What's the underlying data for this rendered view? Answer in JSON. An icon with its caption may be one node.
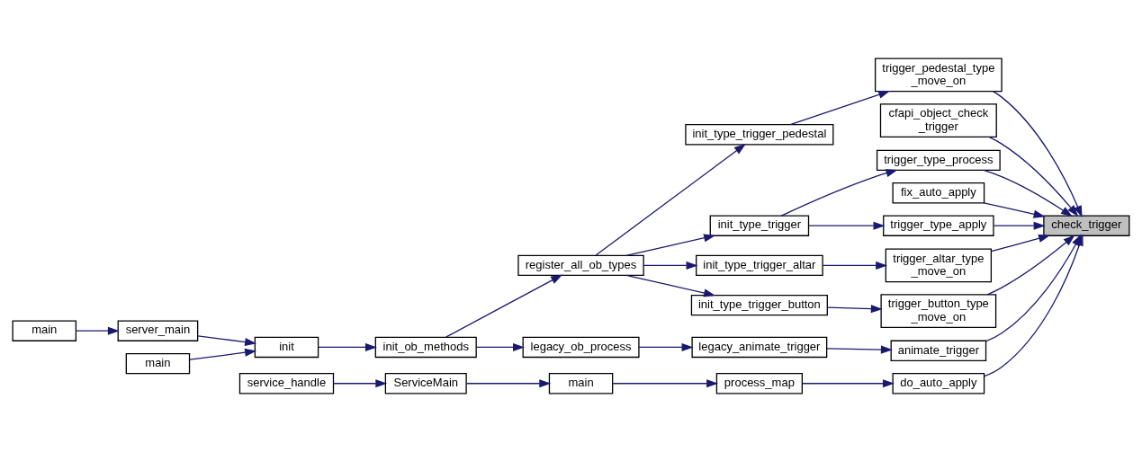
{
  "diagram": {
    "nodes": [
      {
        "text": [
          "check_trigger"
        ]
      },
      {
        "text": [
          "trigger_pedestal_type _move_on"
        ]
      },
      {
        "text": [
          "cfapi_object_check _trigger"
        ]
      },
      {
        "text": [
          "trigger_type_process"
        ]
      },
      {
        "text": [
          "fix_auto_apply"
        ]
      },
      {
        "text": [
          "trigger_type_apply"
        ]
      },
      {
        "text": [
          "trigger_altar_type _move_on"
        ]
      },
      {
        "text": [
          "trigger_button_type _move_on"
        ]
      },
      {
        "text": [
          "animate_trigger"
        ]
      },
      {
        "text": [
          "do_auto_apply"
        ]
      },
      {
        "text": [
          "init_type_trigger_pedestal"
        ]
      },
      {
        "text": [
          "init_type_trigger"
        ]
      },
      {
        "text": [
          "init_type_trigger_altar"
        ]
      },
      {
        "text": [
          "init_type_trigger_button"
        ]
      },
      {
        "text": [
          "legacy_animate_trigger"
        ]
      },
      {
        "text": [
          "process_map"
        ]
      },
      {
        "text": [
          "register_all_ob_types"
        ]
      },
      {
        "text": [
          "legacy_ob_process"
        ]
      },
      {
        "text": [
          "main"
        ]
      },
      {
        "text": [
          "init_ob_methods"
        ]
      },
      {
        "text": [
          "ServiceMain"
        ]
      },
      {
        "text": [
          "init"
        ]
      },
      {
        "text": [
          "service_handle"
        ]
      },
      {
        "text": [
          "server_main"
        ]
      },
      {
        "text": [
          "main"
        ]
      },
      {
        "text": [
          "main"
        ]
      }
    ],
    "edges": [
      {
        "from": 1,
        "to": 0,
        "arrow": "to"
      },
      {
        "from": 2,
        "to": 0,
        "arrow": "to"
      },
      {
        "from": 3,
        "to": 0,
        "arrow": "to"
      },
      {
        "from": 4,
        "to": 0,
        "arrow": "to"
      },
      {
        "from": 5,
        "to": 0,
        "arrow": "to"
      },
      {
        "from": 6,
        "to": 0,
        "arrow": "to"
      },
      {
        "from": 7,
        "to": 0,
        "arrow": "to"
      },
      {
        "from": 8,
        "to": 0,
        "arrow": "to"
      },
      {
        "from": 9,
        "to": 0,
        "arrow": "to"
      },
      {
        "from": 10,
        "to": 1,
        "arrow": "to"
      },
      {
        "from": 11,
        "to": 3,
        "arrow": "to"
      },
      {
        "from": 11,
        "to": 5,
        "arrow": "to"
      },
      {
        "from": 12,
        "to": 6,
        "arrow": "to"
      },
      {
        "from": 13,
        "to": 7,
        "arrow": "to"
      },
      {
        "from": 14,
        "to": 8,
        "arrow": "to"
      },
      {
        "from": 15,
        "to": 9,
        "arrow": "to"
      },
      {
        "from": 16,
        "to": 10,
        "arrow": "to"
      },
      {
        "from": 16,
        "to": 11,
        "arrow": "to"
      },
      {
        "from": 16,
        "to": 12,
        "arrow": "to"
      },
      {
        "from": 16,
        "to": 13,
        "arrow": "to"
      },
      {
        "from": 17,
        "to": 14,
        "arrow": "to"
      },
      {
        "from": 18,
        "to": 15,
        "arrow": "to"
      },
      {
        "from": 19,
        "to": 16,
        "arrow": "to"
      },
      {
        "from": 19,
        "to": 17,
        "arrow": "to"
      },
      {
        "from": 20,
        "to": 18,
        "arrow": "to"
      },
      {
        "from": 21,
        "to": 19,
        "arrow": "to"
      },
      {
        "from": 22,
        "to": 20,
        "arrow": "to"
      },
      {
        "from": 23,
        "to": 21,
        "arrow": "to"
      },
      {
        "from": 24,
        "to": 21,
        "arrow": "to"
      },
      {
        "from": 25,
        "to": 23,
        "arrow": "to"
      }
    ]
  }
}
